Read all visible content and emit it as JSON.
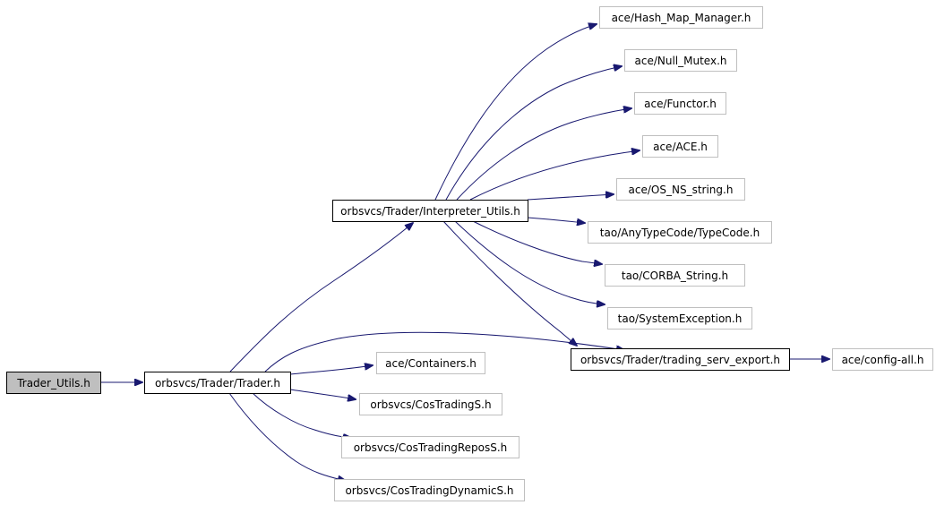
{
  "colors": {
    "edge": "#191970",
    "root_fill": "#bfbfbf",
    "documented_border": "#000000",
    "undocumented_border": "#bfbfbf",
    "background": "#ffffff"
  },
  "nodes": [
    {
      "id": "trader_utils",
      "label": "Trader_Utils.h",
      "style": "root"
    },
    {
      "id": "trader",
      "label": "orbsvcs/Trader/Trader.h",
      "style": "documented"
    },
    {
      "id": "interpreter_utils",
      "label": "orbsvcs/Trader/Interpreter_Utils.h",
      "style": "documented"
    },
    {
      "id": "trading_serv_export",
      "label": "orbsvcs/Trader/trading_serv_export.h",
      "style": "documented"
    },
    {
      "id": "hash_map_manager",
      "label": "ace/Hash_Map_Manager.h",
      "style": "undocumented"
    },
    {
      "id": "null_mutex",
      "label": "ace/Null_Mutex.h",
      "style": "undocumented"
    },
    {
      "id": "functor",
      "label": "ace/Functor.h",
      "style": "undocumented"
    },
    {
      "id": "ace_h",
      "label": "ace/ACE.h",
      "style": "undocumented"
    },
    {
      "id": "os_ns_string",
      "label": "ace/OS_NS_string.h",
      "style": "undocumented"
    },
    {
      "id": "typecode",
      "label": "tao/AnyTypeCode/TypeCode.h",
      "style": "undocumented"
    },
    {
      "id": "corba_string",
      "label": "tao/CORBA_String.h",
      "style": "undocumented"
    },
    {
      "id": "system_exception",
      "label": "tao/SystemException.h",
      "style": "undocumented"
    },
    {
      "id": "config_all",
      "label": "ace/config-all.h",
      "style": "undocumented"
    },
    {
      "id": "containers",
      "label": "ace/Containers.h",
      "style": "undocumented"
    },
    {
      "id": "cos_trading_s",
      "label": "orbsvcs/CosTradingS.h",
      "style": "undocumented"
    },
    {
      "id": "cos_trading_repos_s",
      "label": "orbsvcs/CosTradingReposS.h",
      "style": "undocumented"
    },
    {
      "id": "cos_trading_dynamic_s",
      "label": "orbsvcs/CosTradingDynamicS.h",
      "style": "undocumented"
    }
  ],
  "edges": [
    {
      "from": "trader_utils",
      "to": "trader"
    },
    {
      "from": "trader",
      "to": "interpreter_utils"
    },
    {
      "from": "trader",
      "to": "trading_serv_export"
    },
    {
      "from": "trader",
      "to": "containers"
    },
    {
      "from": "trader",
      "to": "cos_trading_s"
    },
    {
      "from": "trader",
      "to": "cos_trading_repos_s"
    },
    {
      "from": "trader",
      "to": "cos_trading_dynamic_s"
    },
    {
      "from": "interpreter_utils",
      "to": "hash_map_manager"
    },
    {
      "from": "interpreter_utils",
      "to": "null_mutex"
    },
    {
      "from": "interpreter_utils",
      "to": "functor"
    },
    {
      "from": "interpreter_utils",
      "to": "ace_h"
    },
    {
      "from": "interpreter_utils",
      "to": "os_ns_string"
    },
    {
      "from": "interpreter_utils",
      "to": "typecode"
    },
    {
      "from": "interpreter_utils",
      "to": "corba_string"
    },
    {
      "from": "interpreter_utils",
      "to": "system_exception"
    },
    {
      "from": "interpreter_utils",
      "to": "trading_serv_export"
    },
    {
      "from": "trading_serv_export",
      "to": "config_all"
    }
  ]
}
